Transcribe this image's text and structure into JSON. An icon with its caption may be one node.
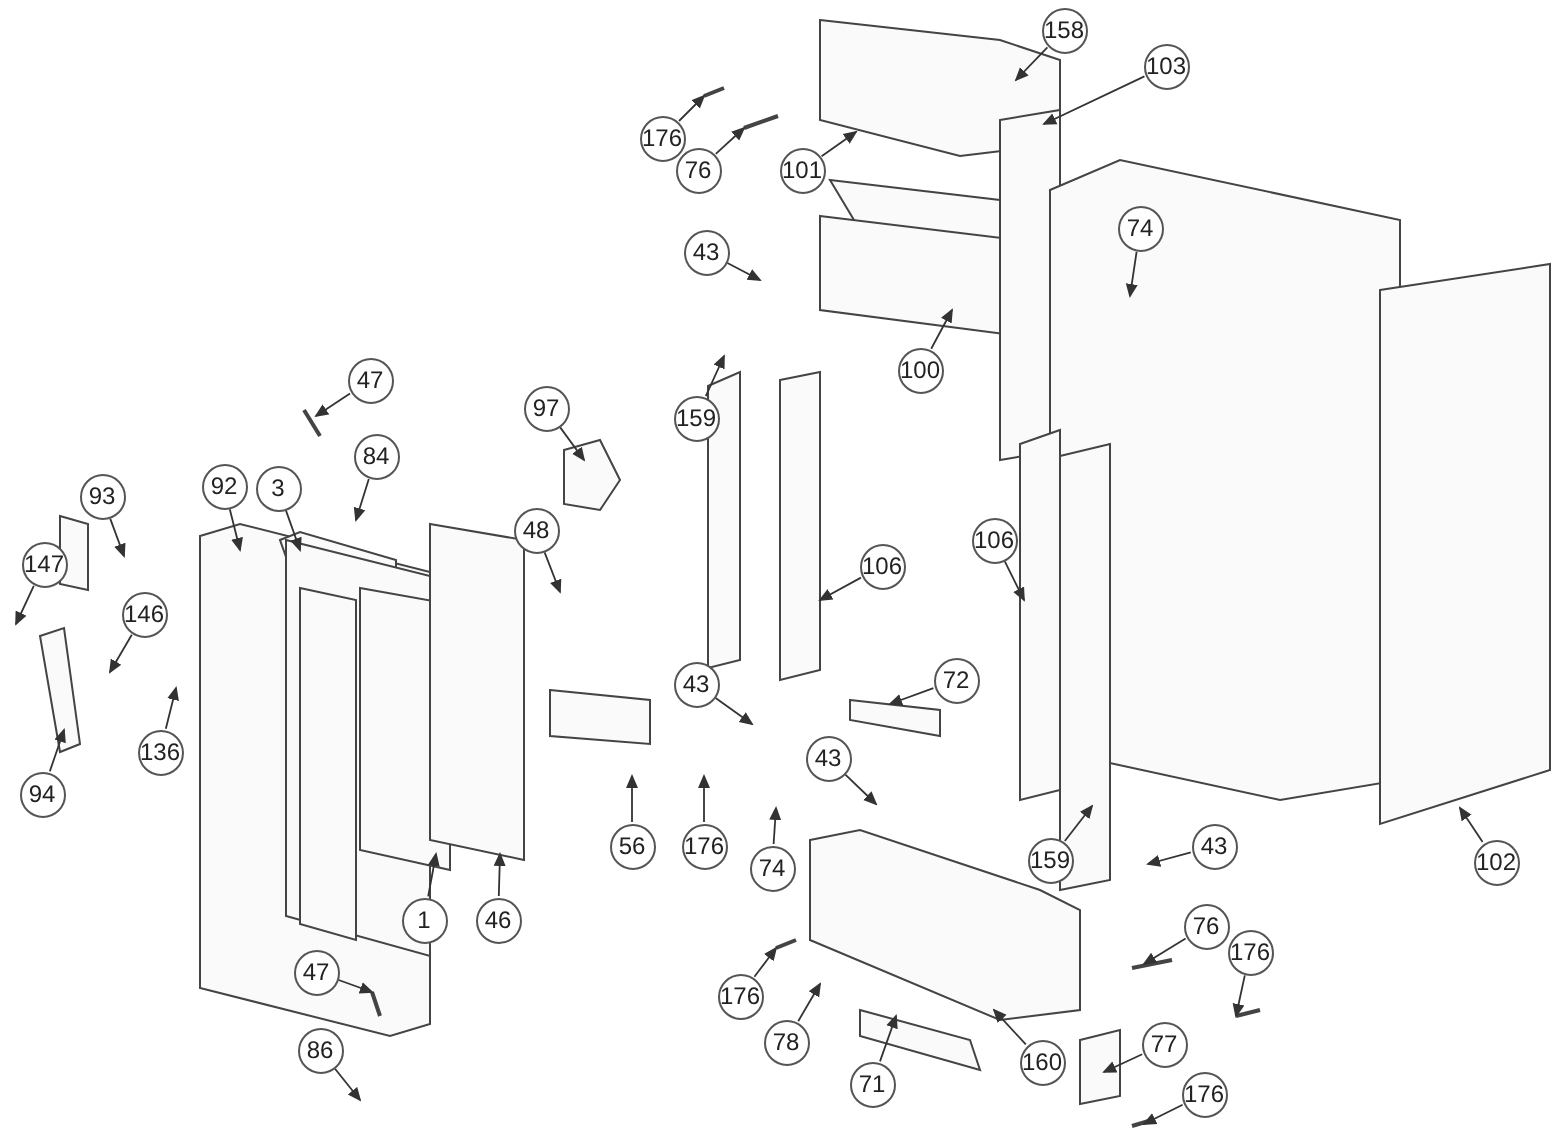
{
  "diagram": {
    "nodes": [
      {
        "text": [
          "158"
        ]
      },
      {
        "text": [
          "176"
        ]
      },
      {
        "text": [
          "103"
        ]
      },
      {
        "text": [
          "76"
        ]
      },
      {
        "text": [
          "101"
        ]
      },
      {
        "text": [
          "74"
        ]
      },
      {
        "text": [
          "43"
        ]
      },
      {
        "text": [
          "100"
        ]
      },
      {
        "text": [
          "159"
        ]
      },
      {
        "text": [
          "97"
        ]
      },
      {
        "text": [
          "47"
        ]
      },
      {
        "text": [
          "84"
        ]
      },
      {
        "text": [
          "93"
        ]
      },
      {
        "text": [
          "92"
        ]
      },
      {
        "text": [
          "3"
        ]
      },
      {
        "text": [
          "48"
        ]
      },
      {
        "text": [
          "106"
        ]
      },
      {
        "text": [
          "106"
        ]
      },
      {
        "text": [
          "147"
        ]
      },
      {
        "text": [
          "146"
        ]
      },
      {
        "text": [
          "43"
        ]
      },
      {
        "text": [
          "72"
        ]
      },
      {
        "text": [
          "136"
        ]
      },
      {
        "text": [
          "94"
        ]
      },
      {
        "text": [
          "43"
        ]
      },
      {
        "text": [
          "176"
        ]
      },
      {
        "text": [
          "74"
        ]
      },
      {
        "text": [
          "56"
        ]
      },
      {
        "text": [
          "1"
        ]
      },
      {
        "text": [
          "46"
        ]
      },
      {
        "text": [
          "159"
        ]
      },
      {
        "text": [
          "43"
        ]
      },
      {
        "text": [
          "102"
        ]
      },
      {
        "text": [
          "76"
        ]
      },
      {
        "text": [
          "176"
        ]
      },
      {
        "text": [
          "47"
        ]
      },
      {
        "text": [
          "176"
        ]
      },
      {
        "text": [
          "78"
        ]
      },
      {
        "text": [
          "77"
        ]
      },
      {
        "text": [
          "86"
        ]
      },
      {
        "text": [
          "160"
        ]
      },
      {
        "text": [
          "71"
        ]
      },
      {
        "text": [
          "176"
        ]
      }
    ],
    "edges": [
      {
        "from": 0,
        "to": null,
        "arrow": "to"
      },
      {
        "from": 1,
        "to": null,
        "arrow": "to"
      },
      {
        "from": 2,
        "to": null,
        "arrow": "to"
      },
      {
        "from": 3,
        "to": null,
        "arrow": "to"
      },
      {
        "from": 4,
        "to": null,
        "arrow": "to"
      },
      {
        "from": 5,
        "to": null,
        "arrow": "to"
      },
      {
        "from": 6,
        "to": null,
        "arrow": "to"
      },
      {
        "from": 7,
        "to": null,
        "arrow": "to"
      },
      {
        "from": 8,
        "to": null,
        "arrow": "to"
      },
      {
        "from": 9,
        "to": null,
        "arrow": "to"
      },
      {
        "from": 10,
        "to": null,
        "arrow": "to"
      },
      {
        "from": 11,
        "to": null,
        "arrow": "to"
      },
      {
        "from": 12,
        "to": null,
        "arrow": "to"
      },
      {
        "from": 13,
        "to": null,
        "arrow": "to"
      },
      {
        "from": 14,
        "to": null,
        "arrow": "to"
      },
      {
        "from": 15,
        "to": null,
        "arrow": "to"
      },
      {
        "from": 16,
        "to": null,
        "arrow": "to"
      },
      {
        "from": 17,
        "to": null,
        "arrow": "to"
      },
      {
        "from": 18,
        "to": null,
        "arrow": "to"
      },
      {
        "from": 19,
        "to": null,
        "arrow": "to"
      },
      {
        "from": 20,
        "to": null,
        "arrow": "to"
      },
      {
        "from": 21,
        "to": null,
        "arrow": "to"
      },
      {
        "from": 22,
        "to": null,
        "arrow": "to"
      },
      {
        "from": 23,
        "to": null,
        "arrow": "to"
      },
      {
        "from": 24,
        "to": null,
        "arrow": "to"
      },
      {
        "from": 25,
        "to": null,
        "arrow": "to"
      },
      {
        "from": 26,
        "to": null,
        "arrow": "to"
      },
      {
        "from": 27,
        "to": null,
        "arrow": "to"
      },
      {
        "from": 28,
        "to": null,
        "arrow": "to"
      },
      {
        "from": 29,
        "to": null,
        "arrow": "to"
      },
      {
        "from": 30,
        "to": null,
        "arrow": "to"
      },
      {
        "from": 31,
        "to": null,
        "arrow": "to"
      },
      {
        "from": 32,
        "to": null,
        "arrow": "to"
      },
      {
        "from": 33,
        "to": null,
        "arrow": "to"
      },
      {
        "from": 34,
        "to": null,
        "arrow": "to"
      },
      {
        "from": 35,
        "to": null,
        "arrow": "to"
      },
      {
        "from": 36,
        "to": null,
        "arrow": "to"
      },
      {
        "from": 37,
        "to": null,
        "arrow": "to"
      },
      {
        "from": 38,
        "to": null,
        "arrow": "to"
      },
      {
        "from": 39,
        "to": null,
        "arrow": "to"
      },
      {
        "from": 40,
        "to": null,
        "arrow": "to"
      },
      {
        "from": 41,
        "to": null,
        "arrow": "to"
      },
      {
        "from": 42,
        "to": null,
        "arrow": "to"
      }
    ]
  }
}
